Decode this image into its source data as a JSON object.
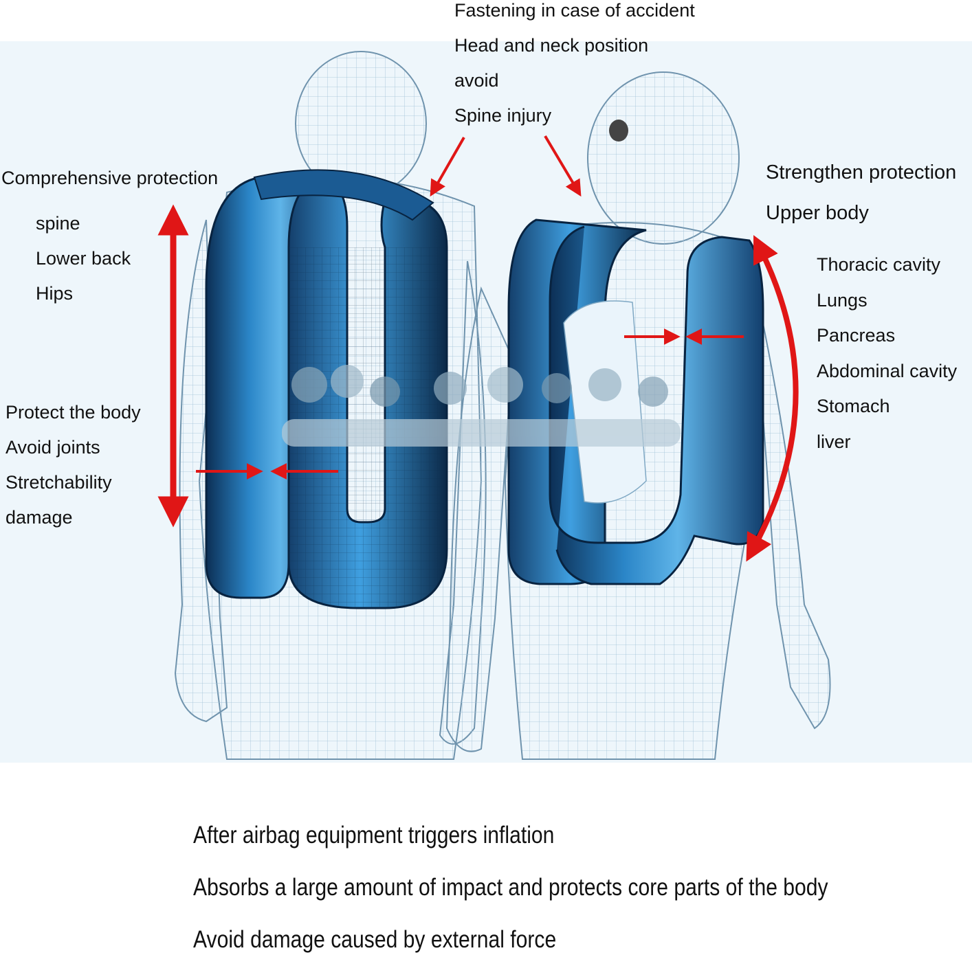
{
  "top_note": {
    "lines": [
      "Fastening in case of accident",
      "Head and neck position",
      "avoid",
      "Spine injury"
    ]
  },
  "left_top": {
    "heading": "Comprehensive protection",
    "items": [
      "spine",
      "Lower back",
      "Hips"
    ]
  },
  "left_mid": {
    "lines": [
      "Protect the body",
      "Avoid joints",
      "Stretchability",
      "damage"
    ]
  },
  "right": {
    "heading": [
      "Strengthen protection",
      "Upper body"
    ],
    "items": [
      "Thoracic cavity",
      "Lungs",
      "Pancreas",
      "Abdominal cavity",
      "Stomach",
      "liver"
    ]
  },
  "caption": {
    "lines": [
      "After airbag equipment triggers inflation",
      "Absorbs a large amount of impact and protects core parts of the body",
      "Avoid damage caused by external force"
    ]
  },
  "colors": {
    "airbag_blue": "#1f6fb0",
    "airbag_dark": "#0c2f55",
    "arrow_red": "#e01616",
    "wireframe": "#7fa8c4"
  }
}
